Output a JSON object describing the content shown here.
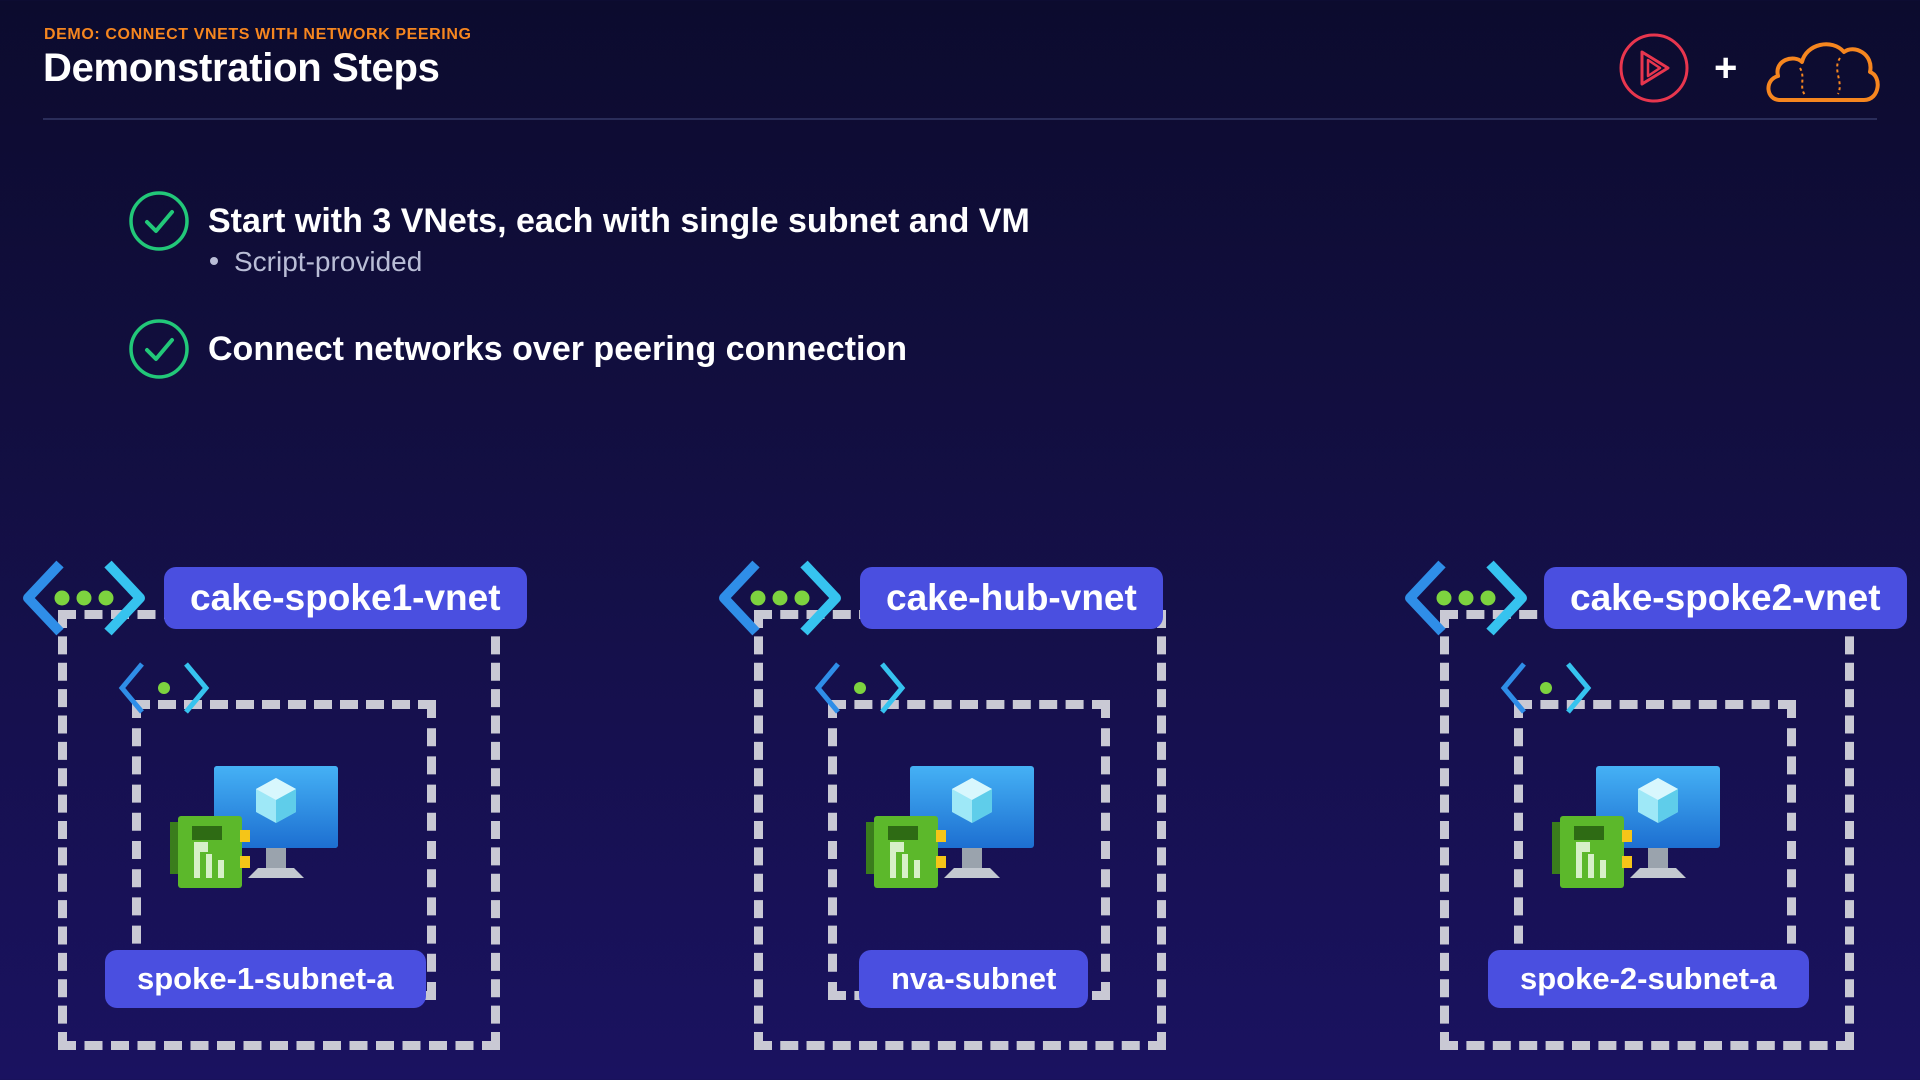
{
  "header": {
    "kicker": "DEMO: CONNECT VNETS WITH NETWORK PEERING",
    "title": "Demonstration Steps"
  },
  "steps": [
    {
      "text": "Start with 3 VNets, each with single subnet and VM",
      "sub": "Script-provided",
      "status": "checked"
    },
    {
      "text": "Connect networks over peering connection",
      "status": "checked"
    }
  ],
  "diagram": {
    "vnets": [
      {
        "name": "cake-spoke1-vnet",
        "subnet": "spoke-1-subnet-a"
      },
      {
        "name": "cake-hub-vnet",
        "subnet": "nva-subnet"
      },
      {
        "name": "cake-spoke2-vnet",
        "subnet": "spoke-2-subnet-a"
      }
    ]
  },
  "colors": {
    "accent": "#f6861f",
    "label_bg": "#4a4fe0",
    "check": "#22c879",
    "logo_red": "#e8364e",
    "background": "#130f43"
  },
  "icons": [
    "play-logo-icon",
    "cloud-logo-icon",
    "check-circle-icon",
    "vnet-icon",
    "subnet-icon",
    "vm-icon",
    "nic-icon"
  ]
}
